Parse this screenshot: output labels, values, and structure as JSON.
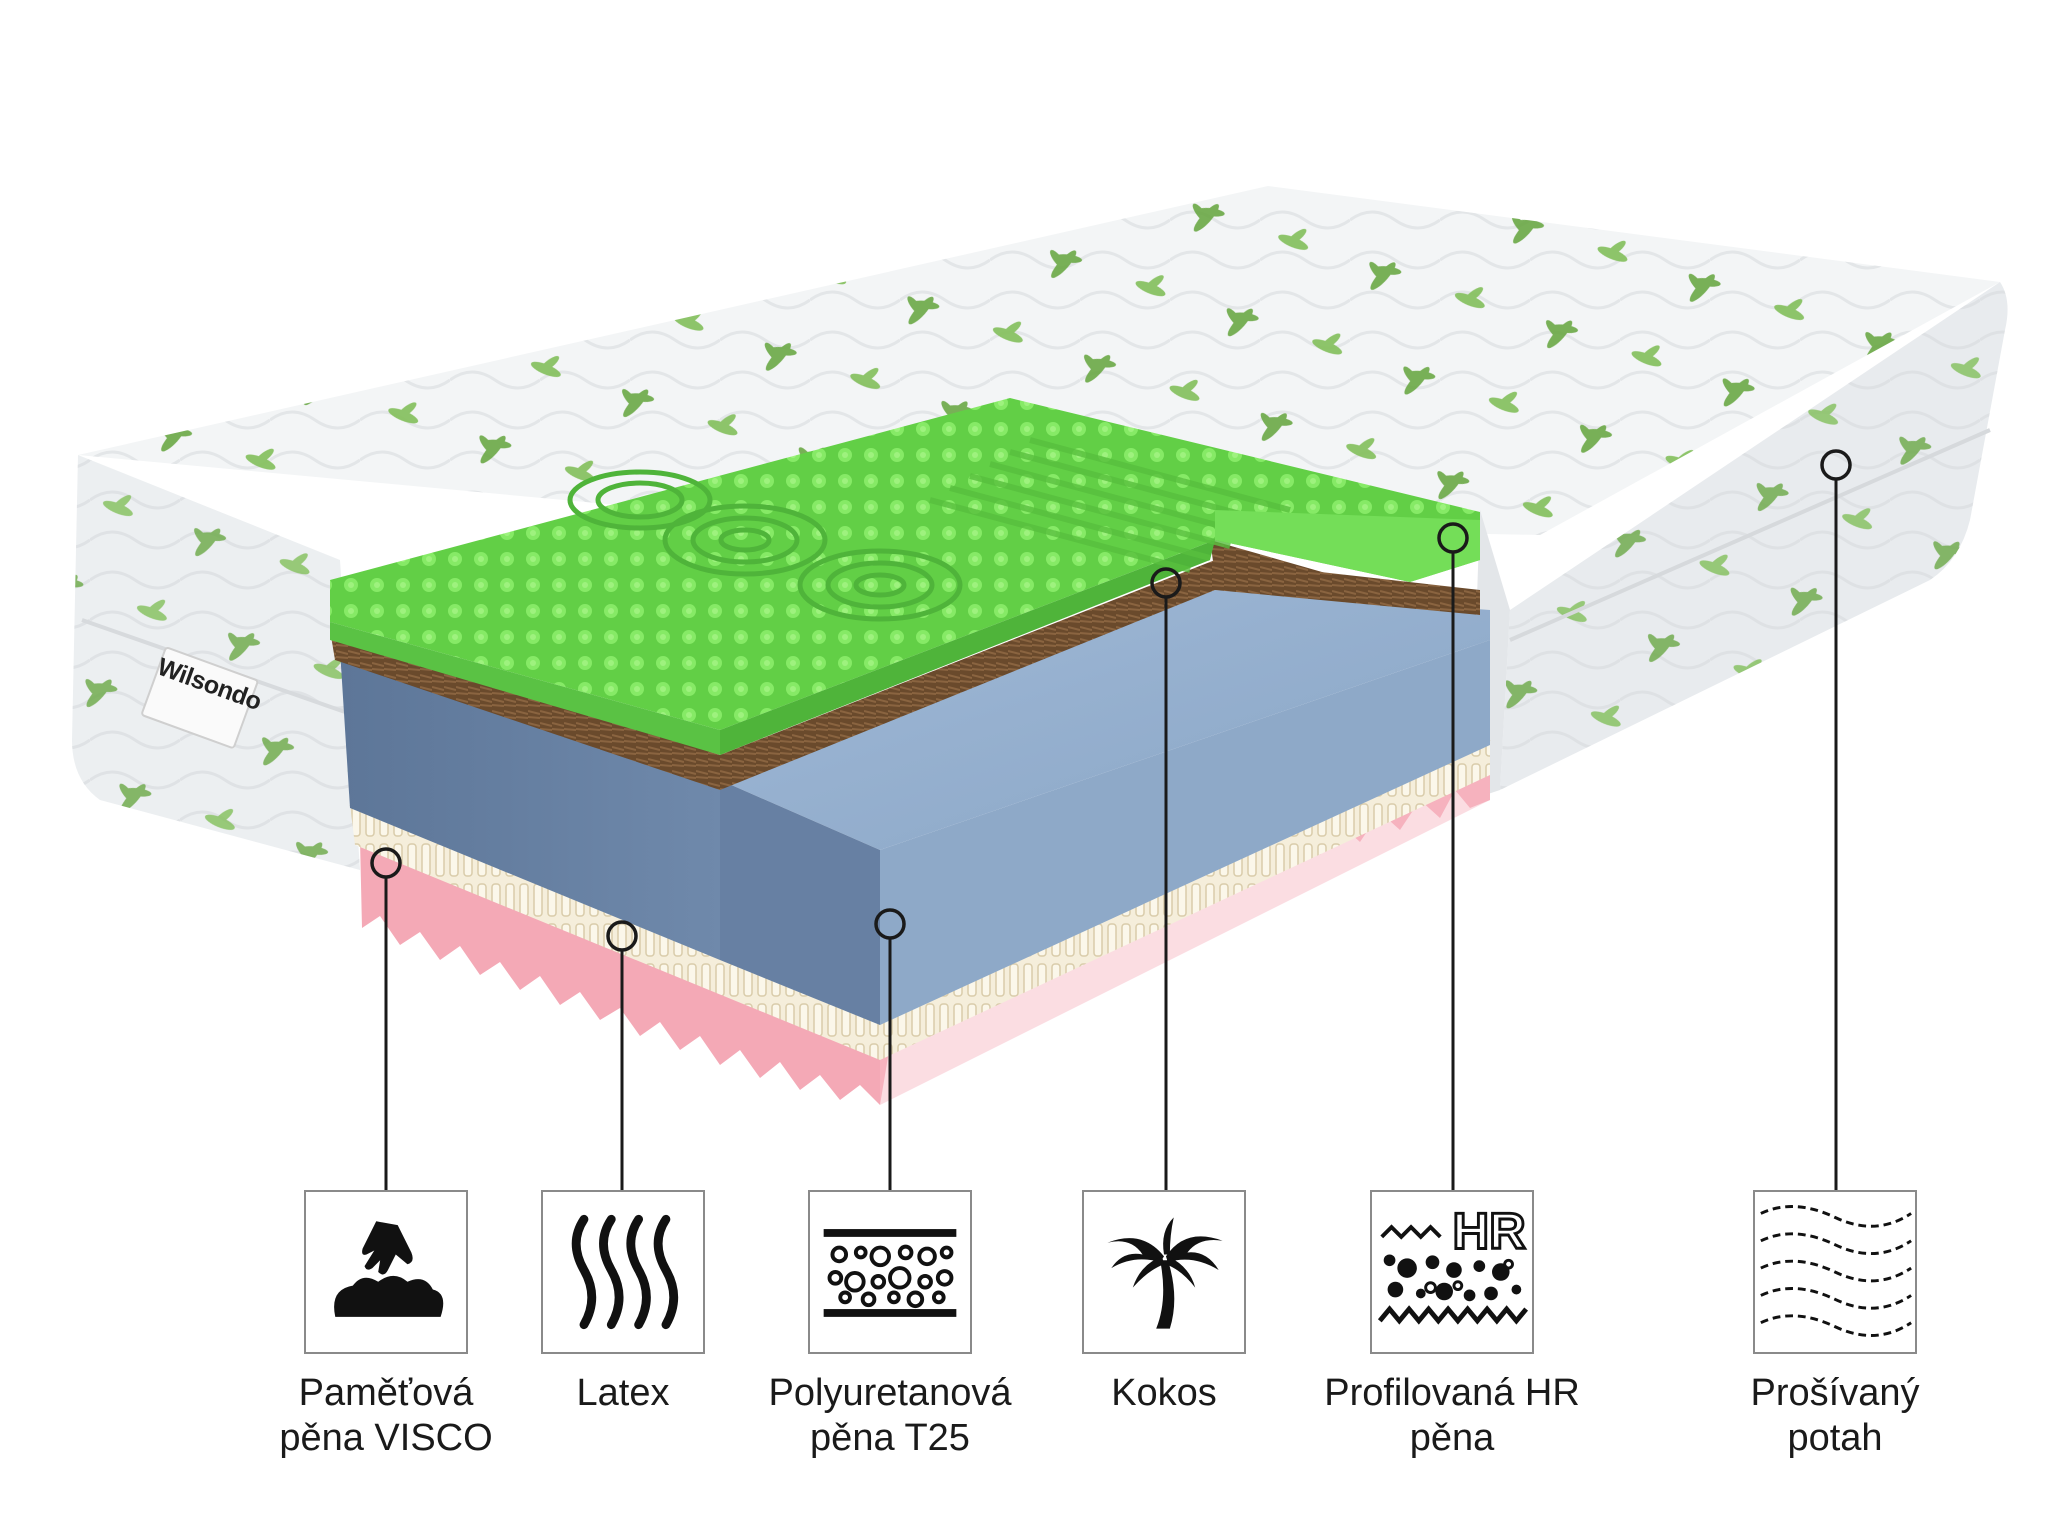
{
  "brand": "Wilsondo",
  "colors": {
    "cover": "#f2f4f5",
    "leaf": "#5e9b3a",
    "green_foam": "#6bd84e",
    "coconut": "#6a4a2c",
    "blue_foam": "#7e9bbd",
    "latex": "#f4ecd8",
    "pink_foam": "#f2a8b4",
    "line": "#1a1a1a"
  },
  "layers": [
    {
      "label_line1": "Paměťová",
      "label_line2": "pěna VISCO",
      "icon": "hand-pressing-foam-icon"
    },
    {
      "label_line1": "Latex",
      "label_line2": "",
      "icon": "wavy-lines-icon"
    },
    {
      "label_line1": "Polyuretanová",
      "label_line2": "pěna T25",
      "icon": "foam-cells-icon"
    },
    {
      "label_line1": "Kokos",
      "label_line2": "",
      "icon": "palm-tree-icon"
    },
    {
      "label_line1": "Profilovaná HR",
      "label_line2": "pěna",
      "icon": "hr-foam-icon",
      "icon_text": "HR"
    },
    {
      "label_line1": "Prošívaný",
      "label_line2": "potah",
      "icon": "quilted-cover-icon"
    }
  ]
}
